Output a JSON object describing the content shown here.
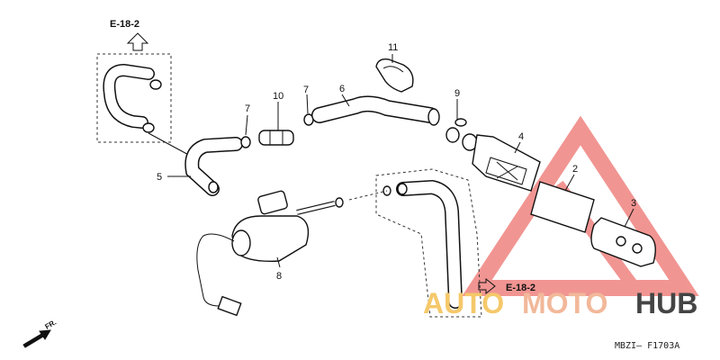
{
  "diagram": {
    "ref_top": "E-18-2",
    "ref_bottom": "E-18-2",
    "front_label": "FR.",
    "diagram_code": "MBZI– F1703A",
    "callouts": {
      "c1": "11",
      "c2": "7",
      "c3": "10",
      "c4": "7",
      "c5": "6",
      "c6": "9",
      "c7": "4",
      "c8": "2",
      "c9": "3",
      "c10": "5",
      "c11": "8"
    }
  },
  "watermark": {
    "part1": "AUTO",
    "part2": "MOTO",
    "part3": "HUB",
    "colors": {
      "auto": "#f5c86a",
      "moto": "#f2b89a",
      "hub": "#444444",
      "triangle": "#e8504a"
    }
  }
}
